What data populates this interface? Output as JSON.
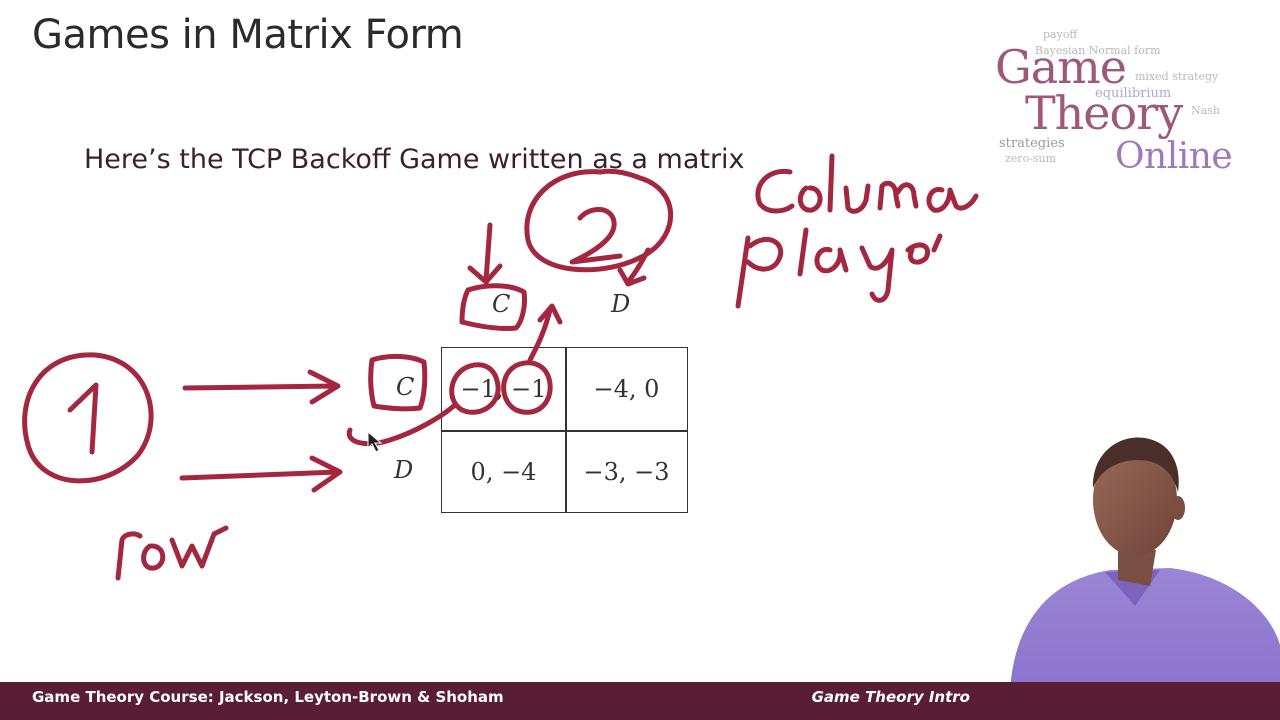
{
  "slide": {
    "title": "Games in Matrix Form",
    "subtitle": "Here’s the TCP Backoff Game written as a matrix"
  },
  "logo": {
    "line1": "Game",
    "line2": "Theory",
    "line3": "Online",
    "cloud_words": [
      "payoff",
      "Bayesian Normal form",
      "mixed strategy",
      "equilibrium",
      "Nash",
      "strategies",
      "zero-sum"
    ]
  },
  "matrix": {
    "column_labels": [
      "C",
      "D"
    ],
    "row_labels": [
      "C",
      "D"
    ],
    "cells": [
      [
        "−1, −1",
        "−4, 0"
      ],
      [
        "0, −4",
        "−3, −3"
      ]
    ]
  },
  "annotations": {
    "row_player_number": "1",
    "row_player_word": "row",
    "column_player_number": "2",
    "column_player_words": "column player"
  },
  "footer": {
    "left": "Game Theory Course: Jackson, Leyton-Brown & Shoham",
    "right": "Game Theory Intro"
  },
  "colors": {
    "ink": "#a3273f",
    "footer_bg": "#5a1e34",
    "logo_game": "#a05878",
    "logo_online": "#a07ab8"
  }
}
